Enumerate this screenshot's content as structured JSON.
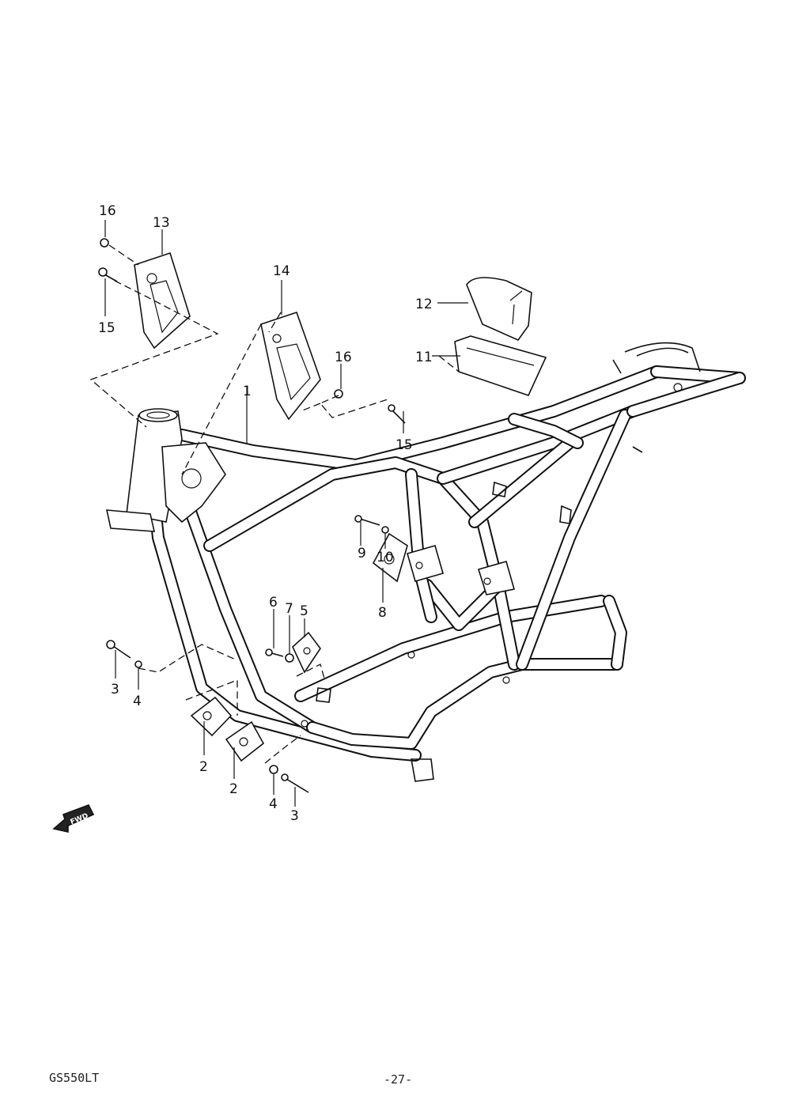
{
  "diagram": {
    "callouts": [
      {
        "id": "c1",
        "label": "1"
      },
      {
        "id": "c2a",
        "label": "2"
      },
      {
        "id": "c2b",
        "label": "2"
      },
      {
        "id": "c3a",
        "label": "3"
      },
      {
        "id": "c3b",
        "label": "3"
      },
      {
        "id": "c4a",
        "label": "4"
      },
      {
        "id": "c4b",
        "label": "4"
      },
      {
        "id": "c5",
        "label": "5"
      },
      {
        "id": "c6",
        "label": "6"
      },
      {
        "id": "c7",
        "label": "7"
      },
      {
        "id": "c8",
        "label": "8"
      },
      {
        "id": "c9",
        "label": "9"
      },
      {
        "id": "c10",
        "label": "10"
      },
      {
        "id": "c11",
        "label": "11"
      },
      {
        "id": "c12",
        "label": "12"
      },
      {
        "id": "c13",
        "label": "13"
      },
      {
        "id": "c14",
        "label": "14"
      },
      {
        "id": "c15a",
        "label": "15"
      },
      {
        "id": "c15b",
        "label": "15"
      },
      {
        "id": "c16a",
        "label": "16"
      },
      {
        "id": "c16b",
        "label": "16"
      }
    ],
    "fwd_label": "FWD"
  },
  "footer": {
    "model_code": "GS550LT",
    "page_number": "-27-"
  }
}
